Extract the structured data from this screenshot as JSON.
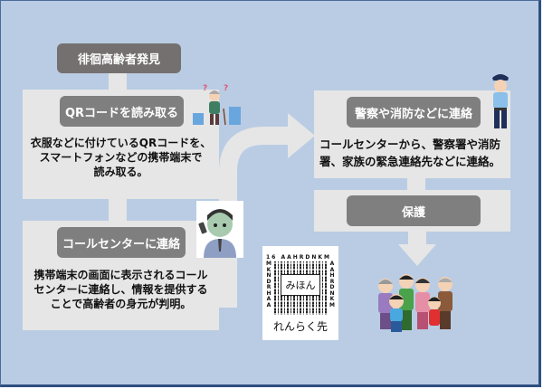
{
  "diagram": {
    "steps": [
      {
        "label": "徘徊高齢者発見"
      },
      {
        "label": "QRコードを読み取る",
        "description": [
          "衣服などに付けているQRコードを、",
          "スマートフォンなどの携帯端末で",
          "読み取る。"
        ]
      },
      {
        "label": "コールセンターに連絡",
        "description": [
          "携帯端末の画面に表示されるコール",
          "センターに連絡し、情報を提供する",
          "ことで高齢者の身元が判明。"
        ]
      },
      {
        "label": "警察や消防などに連絡",
        "description": [
          "コールセンターから、警察署や消防",
          "署、家族の緊急連絡先などに連絡。"
        ]
      },
      {
        "label": "保護"
      }
    ],
    "qr_sticker": {
      "top_code": "16 AAHRDNKM",
      "left_code": "MKNDRHAA",
      "right_code": "AAHRDNKM",
      "name": "みほん",
      "footer": "れんらく先"
    },
    "illustrations": [
      "confused-elderly-person",
      "worried-man-on-phone",
      "police-officer",
      "family-group"
    ],
    "colors": {
      "background": "#b9cce4",
      "panel": "#e6e6e6",
      "pill_dark": "#757070",
      "pill": "#7f7f7f",
      "frame": "#2f4f7f"
    }
  }
}
